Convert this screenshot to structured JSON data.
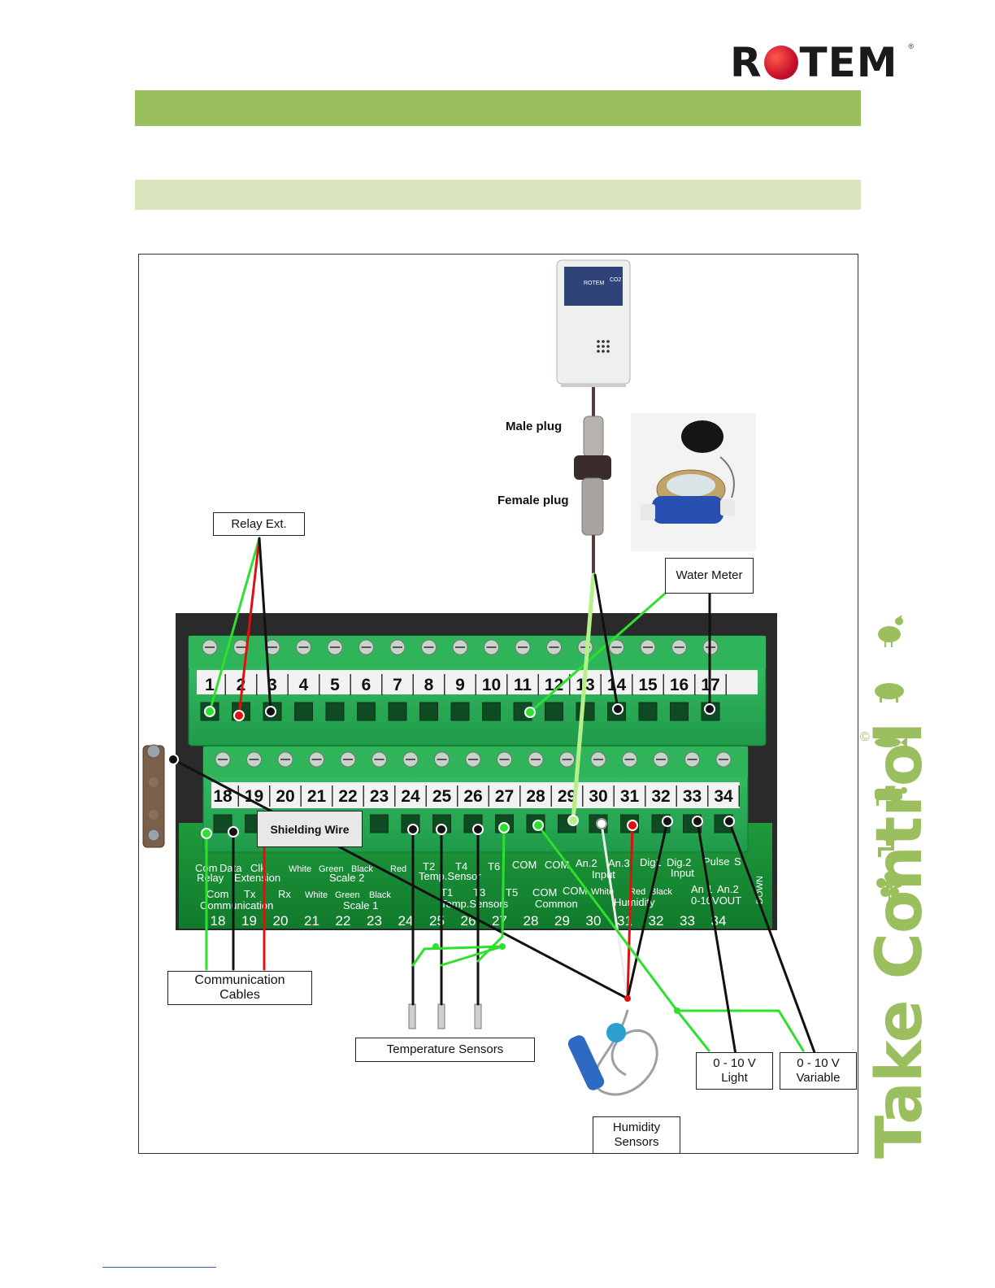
{
  "logo": {
    "text_before": "R",
    "text_after": "TEM",
    "registered": "®",
    "dot_color": "#c8102e"
  },
  "bands": {
    "primary_color": "#9bbf5f",
    "secondary_color": "#d7e4bc"
  },
  "labels": {
    "relay_ext": "Relay Ext.",
    "water_meter": "Water Meter",
    "male_plug": "Male plug",
    "female_plug": "Female plug",
    "shielding_wire": "Shielding Wire",
    "communication_cables_1": "Communication",
    "communication_cables_2": "Cables",
    "temperature_sensors": "Temperature Sensors",
    "humidity_sensors_1": "Humidity",
    "humidity_sensors_2": "Sensors",
    "light_1": "0 - 10 V",
    "light_2": "Light",
    "variable_1": "0 - 10 V",
    "variable_2": "Variable"
  },
  "terminals": {
    "top_row": [
      "1",
      "2",
      "3",
      "4",
      "5",
      "6",
      "7",
      "8",
      "9",
      "10",
      "11",
      "12",
      "13",
      "14",
      "15",
      "16",
      "17"
    ],
    "bottom_row": [
      "18",
      "19",
      "20",
      "21",
      "22",
      "23",
      "24",
      "25",
      "26",
      "27",
      "28",
      "29",
      "30",
      "31",
      "32",
      "33",
      "34"
    ]
  },
  "board_labels": {
    "row1": [
      "Com",
      "Data",
      "Clk",
      "White",
      "Green",
      "Black",
      "Red",
      "T2",
      "T4",
      "T6",
      "COM",
      "COM",
      "An.2",
      "An.3",
      "Dig1",
      "Dig.2",
      "Pulse",
      "S"
    ],
    "row1b": [
      "Relay",
      "Extension",
      "Scale 2",
      "Temp.Sensor",
      "Input",
      "Input"
    ],
    "row2": [
      "Com",
      "Tx",
      "Rx",
      "White",
      "Green",
      "Black",
      "T1",
      "T3",
      "T5",
      "COM",
      "COM",
      "White",
      "Red",
      "Black",
      "An 1",
      "An.2"
    ],
    "row2b": [
      "Communication",
      "Scale 1",
      "Temp.Sensors",
      "Common",
      "Humidity",
      "0-10VOUT",
      "DOWN"
    ]
  },
  "device": {
    "brand": "ROTEM",
    "model": "CO2"
  },
  "side_brand": {
    "text": "Take Control",
    "copyright": "©",
    "color": "#9bbf5f"
  },
  "wire_colors": {
    "green": "#2ee02e",
    "red": "#e01010",
    "black": "#111111",
    "lightgreen": "#b6f08a"
  },
  "icons": [
    "chicken-icon",
    "pig-icon",
    "fish-icon",
    "cow-icon",
    "faucet-icon",
    "flower-icon"
  ]
}
